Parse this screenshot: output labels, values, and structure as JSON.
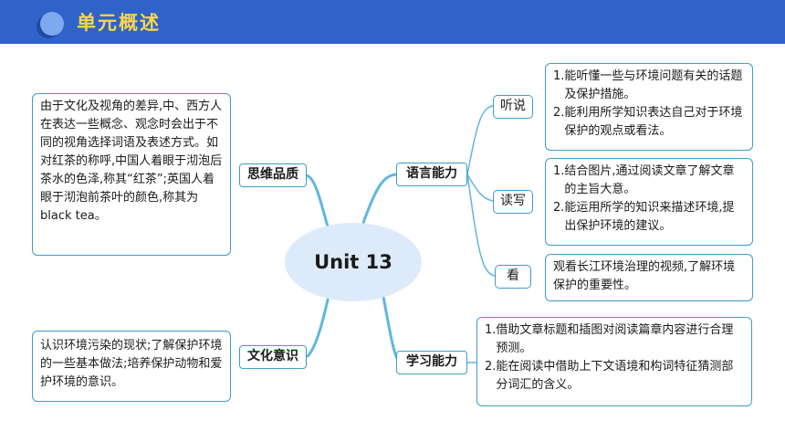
{
  "header": {
    "title": "单元概述"
  },
  "center": {
    "title": "Unit 13"
  },
  "branches": {
    "thinking": {
      "label": "思维品质",
      "text": "由于文化及视角的差异,中、西方人在表达一些概念、观念时会出于不同的视角选择词语及表述方式。如对红茶的称呼,中国人着眼于沏泡后茶水的色泽,称其“红茶”;英国人着眼于沏泡前茶叶的颜色,称其为 black tea。"
    },
    "culture": {
      "label": "文化意识",
      "text": "认识环境污染的现状;了解保护环境的一些基本做法;培养保护动物和爱护环境的意识。"
    },
    "language": {
      "label": "语言能力",
      "listen": {
        "label": "听说",
        "items": [
          {
            "num": "1.",
            "text": "能听懂一些与环境问题有关的话题及保护措施。"
          },
          {
            "num": "2.",
            "text": "能利用所学知识表达自己对于环境保护的观点或看法。"
          }
        ]
      },
      "read": {
        "label": "读写",
        "items": [
          {
            "num": "1.",
            "text": "结合图片,通过阅读文章了解文章的主旨大意。"
          },
          {
            "num": "2.",
            "text": "能运用所学的知识来描述环境,提出保护环境的建议。"
          }
        ]
      },
      "view": {
        "label": "看",
        "text": "观看长江环境治理的视频,了解环境保护的重要性。"
      }
    },
    "learning": {
      "label": "学习能力",
      "items": [
        {
          "num": "1.",
          "text": "借助文章标题和插图对阅读篇章内容进行合理预测。"
        },
        {
          "num": "2.",
          "text": "能在阅读中借助上下文语境和构词特征猜测部分词汇的含义。"
        }
      ]
    }
  }
}
